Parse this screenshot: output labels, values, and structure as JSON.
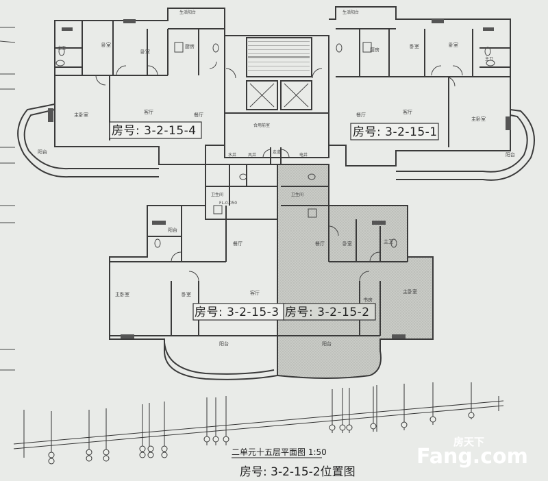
{
  "rooms": {
    "bedroom": "卧室",
    "master_bedroom": "主卧室",
    "living_room": "客厅",
    "restaurant": "餐厅",
    "balcony": "阳台",
    "kitchen": "厨房",
    "toilet": "卫生间",
    "master_bath": "主卫",
    "study": "书房",
    "hall": "合用前室",
    "corridor": "走道",
    "shaft": "水井",
    "elec": "电井",
    "wind": "风井",
    "aux_balcony": "生活阳台"
  },
  "units": {
    "u4": "房号: 3-2-15-4",
    "u1": "房号: 3-2-15-1",
    "u3": "房号: 3-2-15-3",
    "u2": "房号: 3-2-15-2"
  },
  "level_mark": "FL-0.050",
  "drawing_title": "二单元十五层平面图 1:50",
  "caption": "房号: 3-2-15-2位置图",
  "watermark": {
    "cn": "房天下",
    "en": "Fang.com"
  },
  "colors": {
    "paper": "#e9ebe8",
    "line": "#3a3a3a",
    "highlight": "#c6c8c4"
  }
}
